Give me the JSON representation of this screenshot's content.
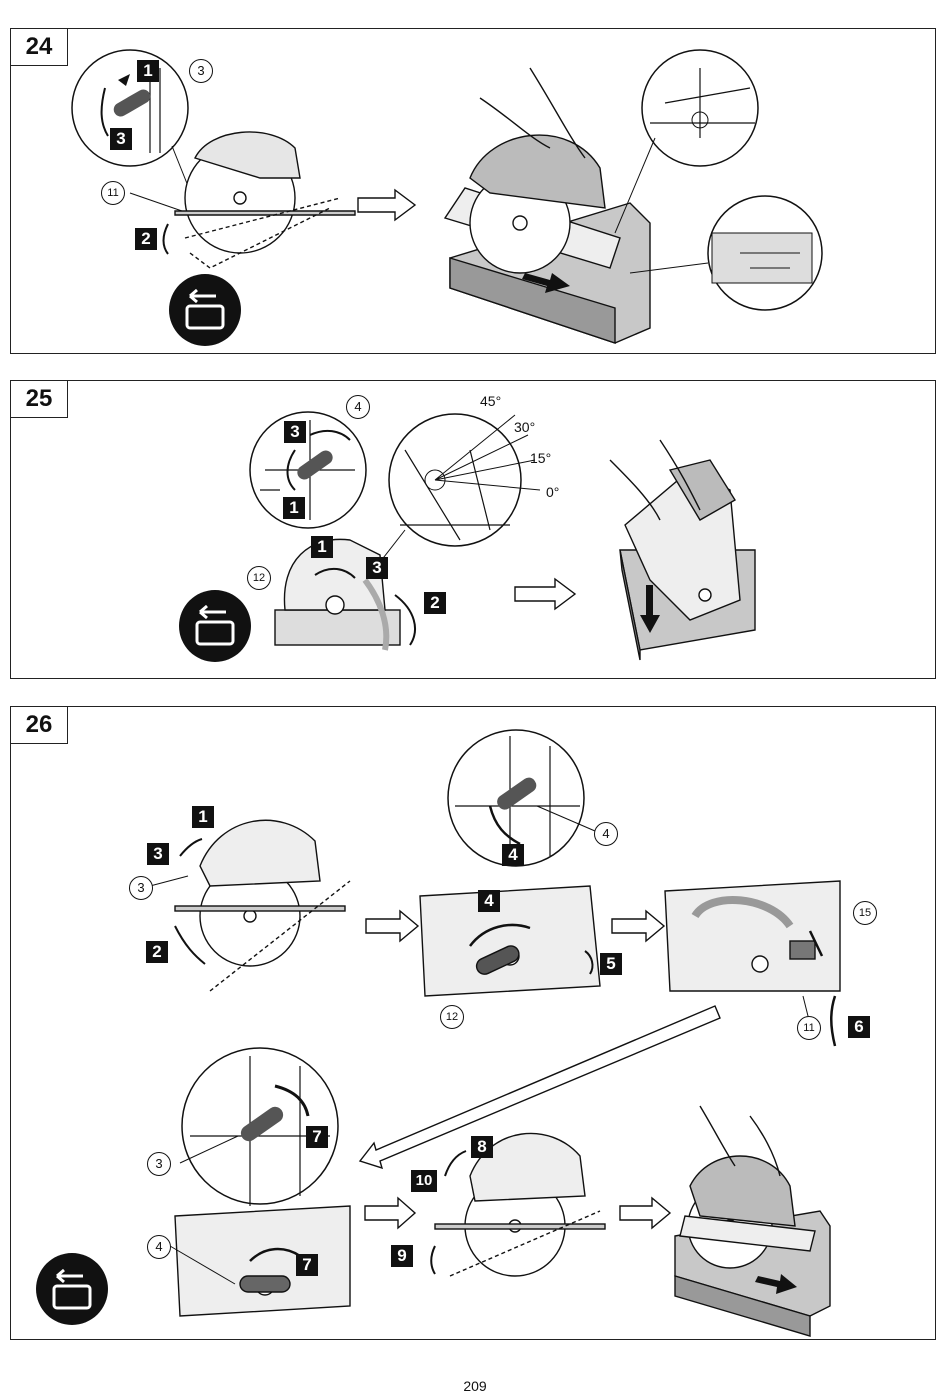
{
  "figures": [
    {
      "number": "24",
      "callouts": [
        "1",
        "2",
        "3"
      ],
      "refs": [
        "3",
        "11"
      ]
    },
    {
      "number": "25",
      "callouts": [
        "1",
        "2",
        "3"
      ],
      "refs": [
        "4",
        "12"
      ],
      "angles": [
        "45°",
        "30°",
        "15°",
        "0°"
      ]
    },
    {
      "number": "26",
      "callouts": [
        "1",
        "2",
        "3",
        "4",
        "5",
        "6",
        "7",
        "8",
        "9",
        "10"
      ],
      "refs": [
        "3",
        "4",
        "11",
        "12",
        "15"
      ]
    }
  ],
  "page_number": "209"
}
